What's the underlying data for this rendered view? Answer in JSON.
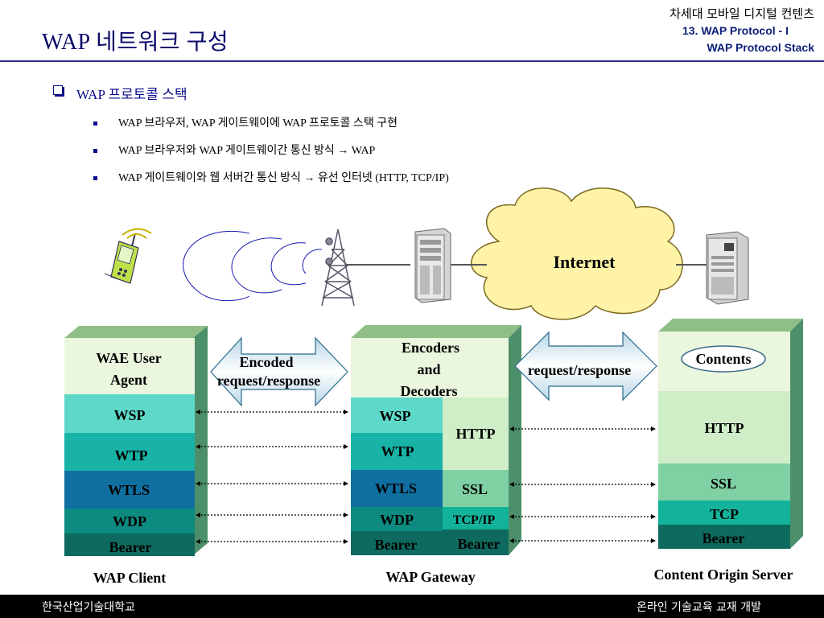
{
  "header": {
    "title": "WAP 네트워크 구성",
    "course": "차세대 모바일 디지털 컨텐츠",
    "lecture": "13. WAP Protocol - I",
    "topic": "WAP Protocol Stack"
  },
  "section": {
    "heading": "WAP 프로토콜 스택",
    "bullets": [
      "WAP 브라우저, WAP 게이트웨이에 WAP 프로토콜 스택 구현",
      "WAP 브라우저와 WAP 게이트웨이간 통신 방식 → WAP",
      "WAP 게이트웨이와 웹 서버간 통신 방식 → 유선 인터넷 (HTTP, TCP/IP)"
    ]
  },
  "diagram": {
    "internet": "Internet",
    "client": {
      "caption": "WAP Client",
      "layers": [
        "WAE User Agent",
        "WSP",
        "WTP",
        "WTLS",
        "WDP",
        "Bearer"
      ]
    },
    "gateway": {
      "caption": "WAP Gateway",
      "top": "Encoders and Decoders",
      "left_layers": [
        "WSP",
        "WTP",
        "WTLS",
        "WDP",
        "Bearer"
      ],
      "right_layers": [
        "HTTP",
        "SSL",
        "TCP/IP",
        "Bearer"
      ]
    },
    "server": {
      "caption": "Content Origin Server",
      "top": "Contents",
      "layers": [
        "HTTP",
        "SSL",
        "TCP",
        "Bearer"
      ]
    },
    "arrow_left": "Encoded request/response",
    "arrow_right": "request/response",
    "colors": {
      "light": "#eaf6dd",
      "aqua": "#5ed8c8",
      "teal_mid": "#18b3a6",
      "blue": "#0f6fa0",
      "teal_dark": "#0d8b80",
      "green_dark": "#0e6a5e",
      "http_green": "#cfeec8",
      "ssl_green": "#7fd1a3"
    }
  },
  "footer": {
    "left": "한국산업기술대학교",
    "right": "온라인 기술교육 교재 개발"
  }
}
